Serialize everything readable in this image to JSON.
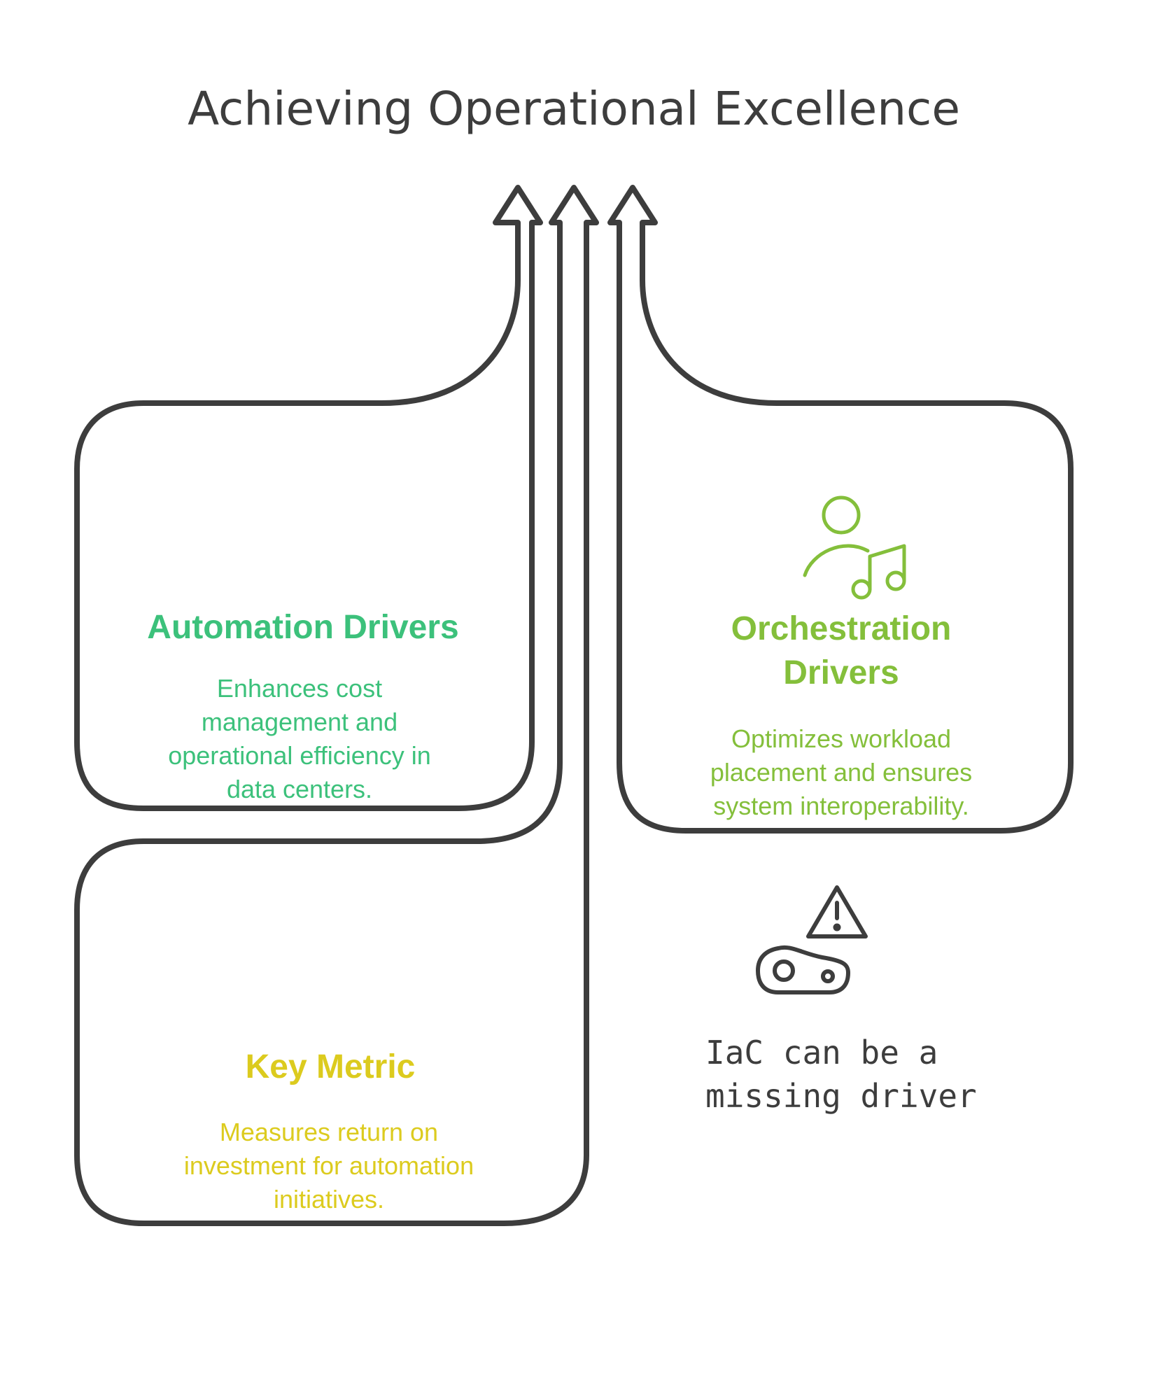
{
  "title": "Achieving Operational Excellence",
  "colors": {
    "outline": "#3d3d3d",
    "automation": "#3cc17b",
    "orchestration": "#84bf3b",
    "metric": "#dccb1e"
  },
  "automation": {
    "heading": "Automation Drivers",
    "desc": [
      "Enhances cost",
      "management and",
      "operational efficiency in",
      "data centers."
    ]
  },
  "orchestration": {
    "heading": [
      "Orchestration",
      "Drivers"
    ],
    "desc": [
      "Optimizes workload",
      "placement and ensures",
      "system interoperability."
    ],
    "icon": "conductor-icon"
  },
  "metric": {
    "heading": "Key Metric",
    "desc": [
      "Measures return on",
      "investment for automation",
      "initiatives."
    ]
  },
  "note": {
    "text": [
      "IaC can be a",
      "missing driver"
    ],
    "icons": [
      "warning-icon",
      "conveyor-icon"
    ]
  }
}
